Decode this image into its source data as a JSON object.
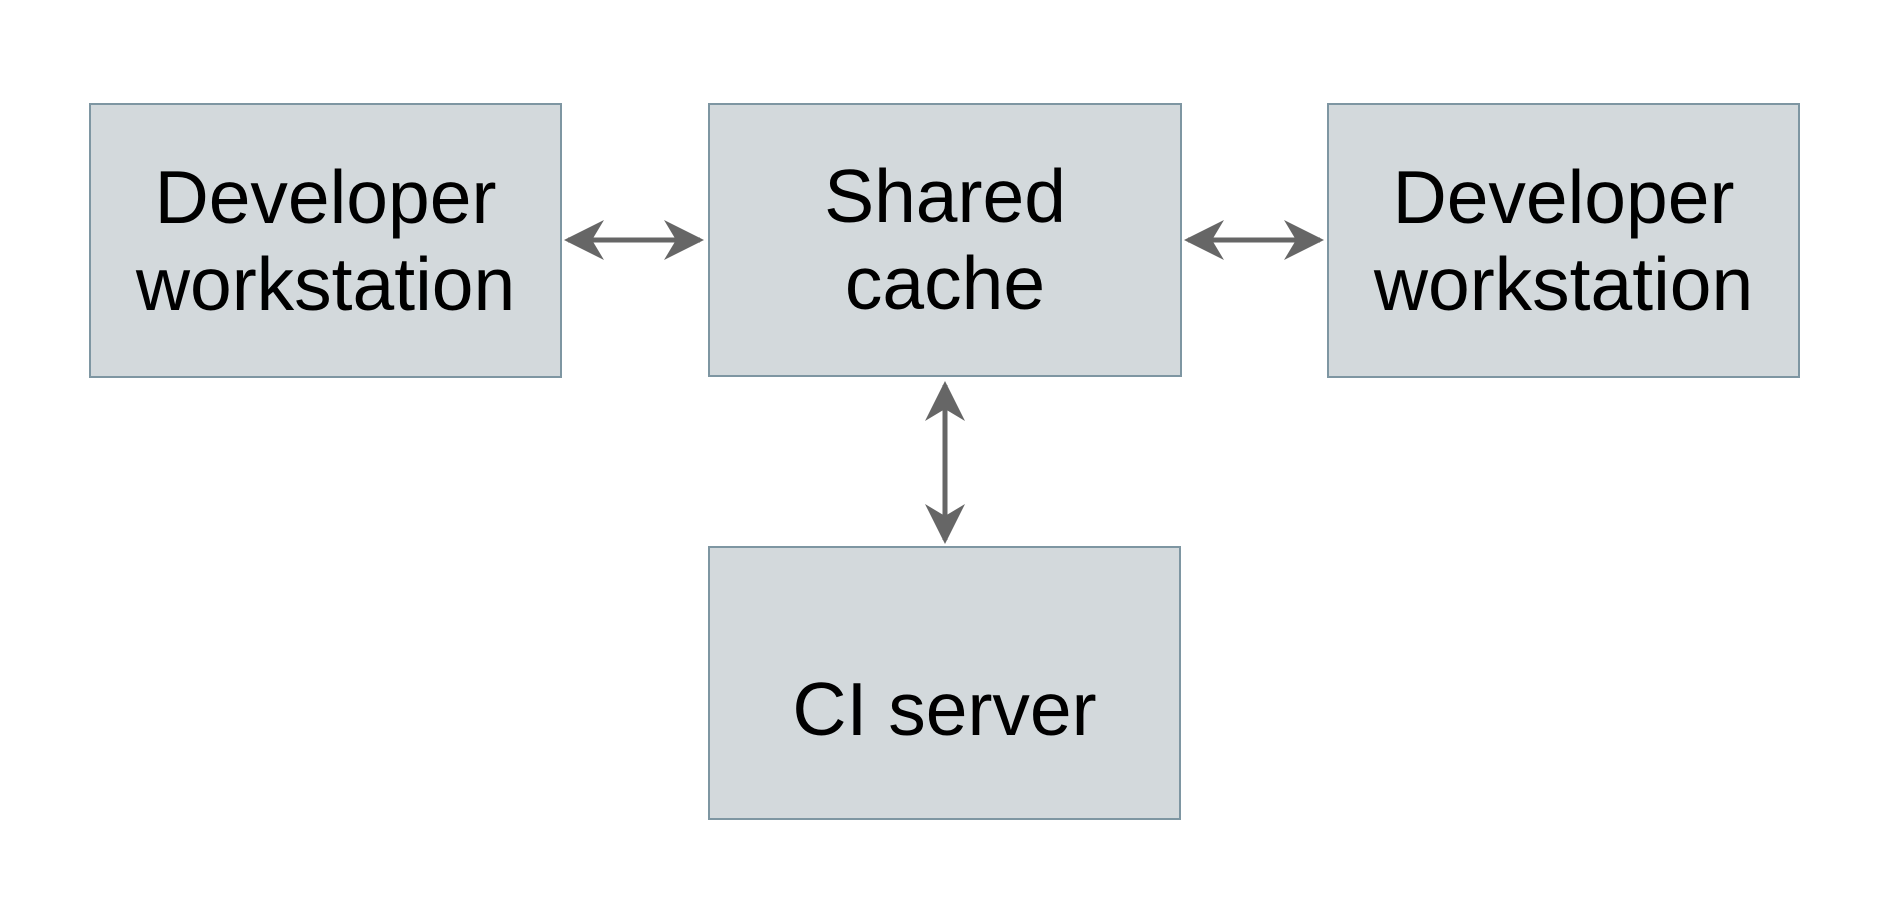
{
  "diagram": {
    "type": "architecture-diagram",
    "background": "white",
    "nodes": [
      {
        "id": "dev-workstation-left",
        "label": "Developer\nworkstation",
        "shape": "rectangle"
      },
      {
        "id": "shared-cache",
        "label": "Shared\ncache",
        "shape": "rectangle"
      },
      {
        "id": "dev-workstation-right",
        "label": "Developer\nworkstation",
        "shape": "rectangle"
      },
      {
        "id": "ci-server",
        "label": "CI server",
        "shape": "rectangle"
      }
    ],
    "edges": [
      {
        "from": "dev-workstation-left",
        "to": "shared-cache",
        "direction": "bidirectional",
        "style": "double-headed-arrow"
      },
      {
        "from": "shared-cache",
        "to": "dev-workstation-right",
        "direction": "bidirectional",
        "style": "double-headed-arrow"
      },
      {
        "from": "shared-cache",
        "to": "ci-server",
        "direction": "bidirectional",
        "style": "double-headed-arrow"
      }
    ],
    "colors": {
      "node_fill": "#d3d9dc",
      "node_border": "#7e96a2",
      "arrow": "#666666",
      "text": "#000000",
      "background": "#ffffff"
    }
  }
}
